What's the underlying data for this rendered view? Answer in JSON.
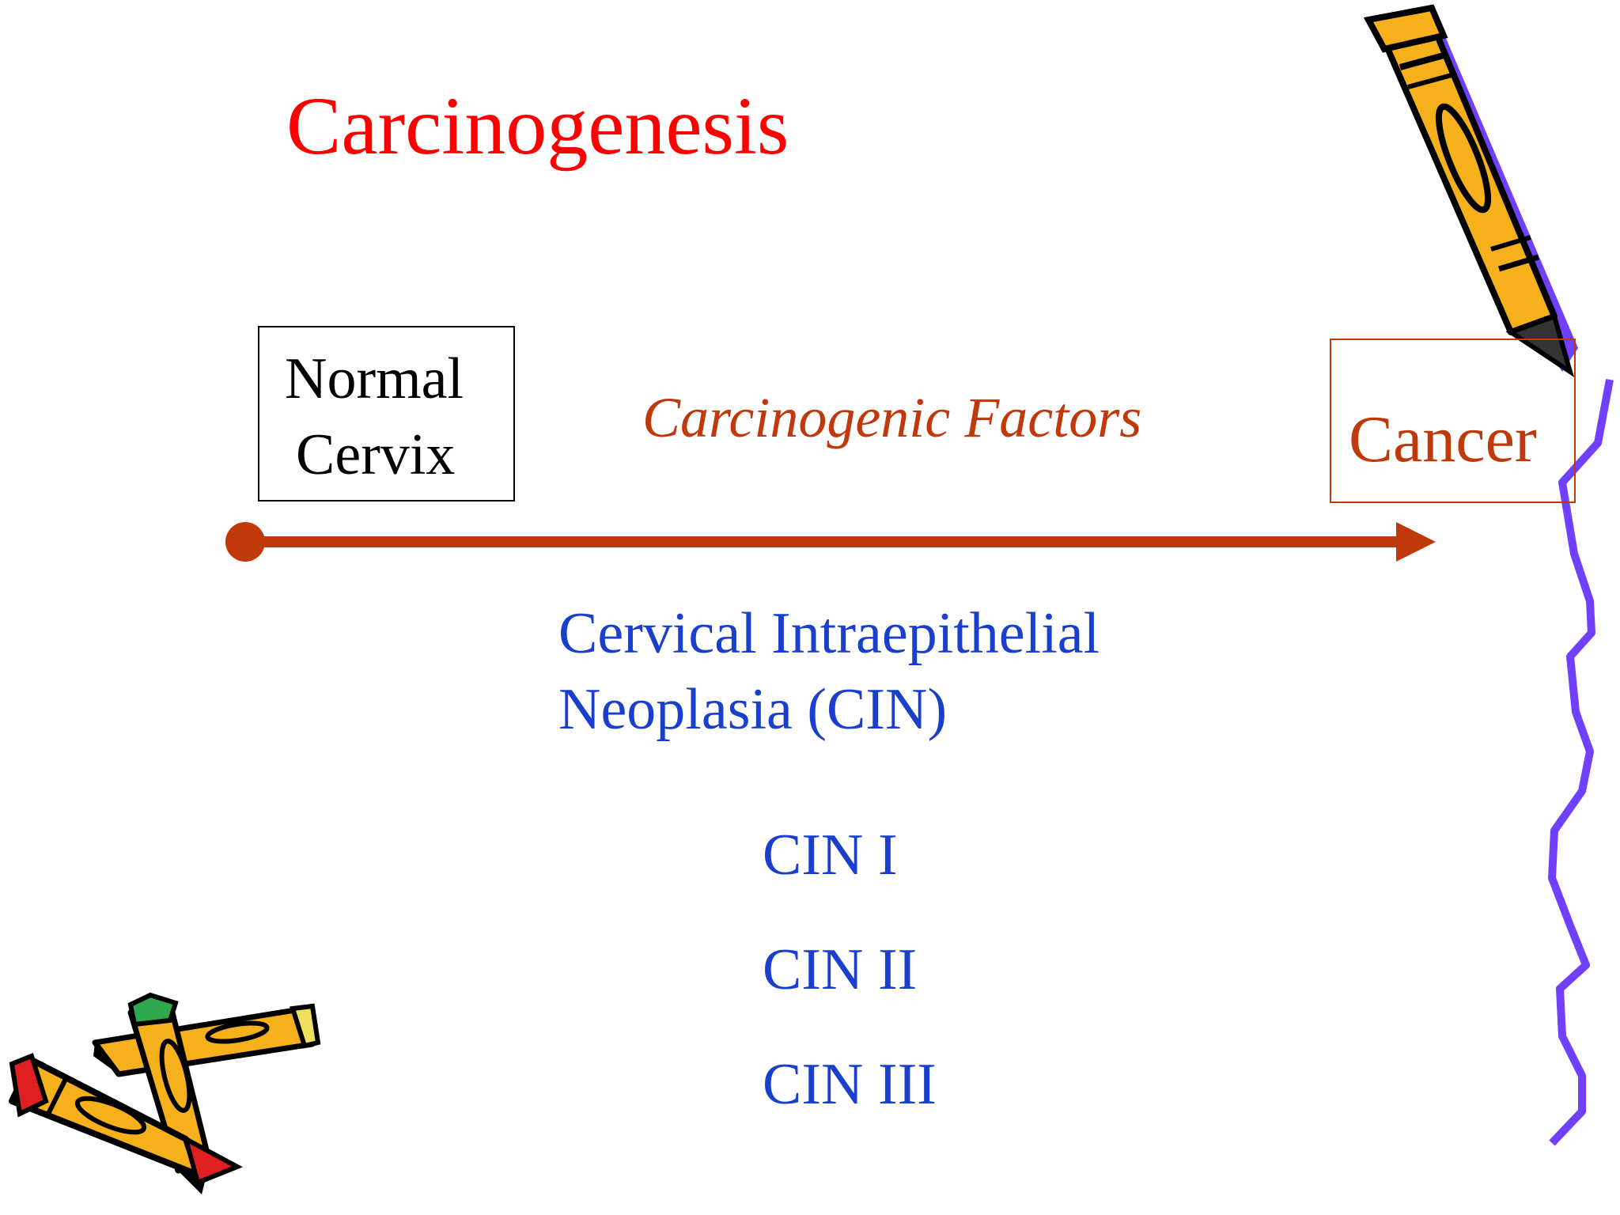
{
  "title": "Carcinogenesis",
  "start_box": {
    "line1": "Normal",
    "line2": "Cervix"
  },
  "arrow_label": "Carcinogenic Factors",
  "end_box": {
    "label": "Cancer"
  },
  "process": {
    "line1": "Cervical Intraepithelial",
    "line2": "Neoplasia (CIN)"
  },
  "stages": [
    "CIN I",
    "CIN II",
    "CIN III"
  ],
  "colors": {
    "title": "#ff0000",
    "arrow": "#c0390b",
    "process_text": "#1a3fcc",
    "squiggle": "#7040ff"
  },
  "decorations": [
    "pencil-clipart-top-right",
    "pencils-clipart-bottom-left",
    "purple-squiggle-line"
  ]
}
